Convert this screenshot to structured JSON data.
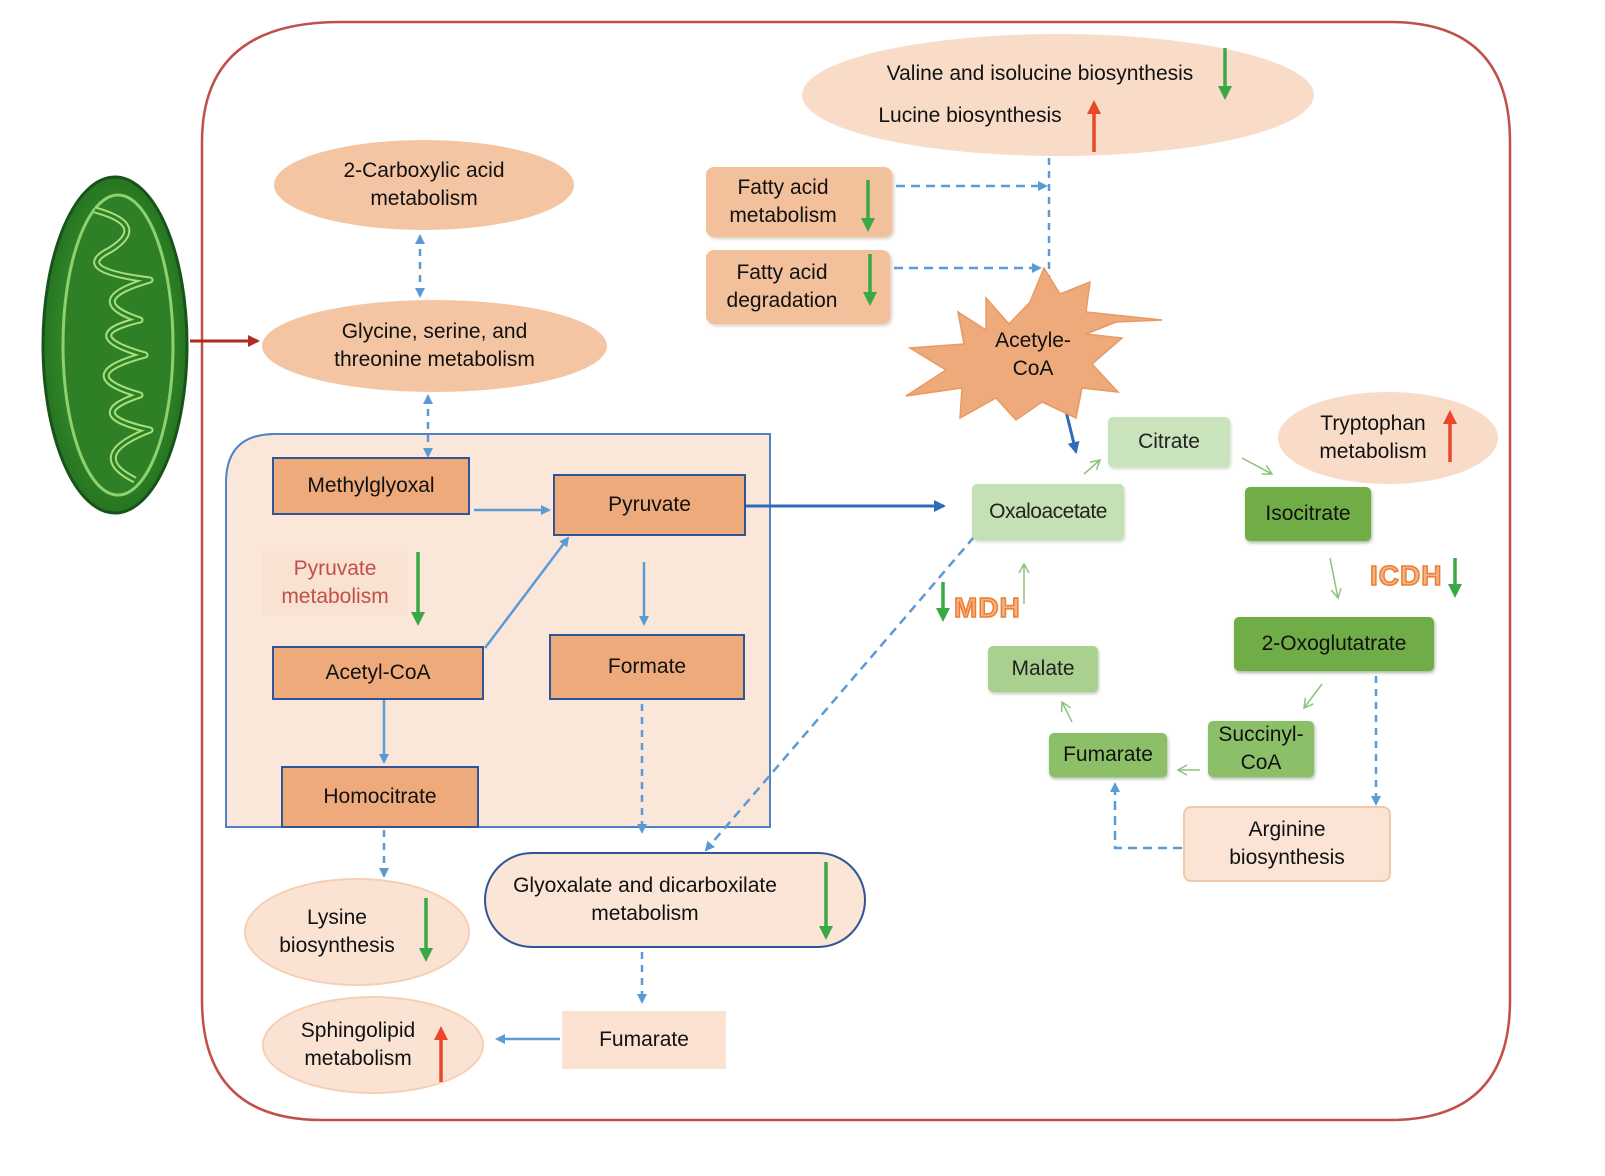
{
  "nodes": {
    "carboxylic": [
      "2-Carboxylic acid",
      "metabolism"
    ],
    "glycine": [
      "Glycine, serine, and",
      "threonine metabolism"
    ],
    "methylglyoxal": "Methylglyoxal",
    "pyruvate": "Pyruvate",
    "pyruvate_metabolism": [
      "Pyruvate",
      "metabolism"
    ],
    "acetyl_coa": "Acetyl-CoA",
    "formate": "Formate",
    "homocitrate": "Homocitrate",
    "lysine": [
      "Lysine",
      "biosynthesis"
    ],
    "glyoxalate": [
      "Glyoxalate and dicarboxilate",
      "metabolism"
    ],
    "sphingolipid": [
      "Sphingolipid",
      "metabolism"
    ],
    "fumarate_bottom": "Fumarate",
    "valine": "Valine and isolucine biosynthesis",
    "lucine": "Lucine biosynthesis",
    "fatty_acid_metabolism": [
      "Fatty acid",
      "metabolism"
    ],
    "fatty_acid_degradation": [
      "Fatty acid",
      "degradation"
    ],
    "acetyle_coa_star": [
      "Acetyle-",
      "CoA"
    ],
    "citrate": "Citrate",
    "tryptophan": [
      "Tryptophan",
      "metabolism"
    ],
    "oxaloacetate": "Oxaloacetate",
    "isocitrate": "Isocitrate",
    "oxoglutarate": "2-Oxoglutatrate",
    "malate": "Malate",
    "succinyl_coa": [
      "Succinyl-",
      "CoA"
    ],
    "fumarate_tca": "Fumarate",
    "arginine": [
      "Arginine",
      "biosynthesis"
    ]
  },
  "enzymes": {
    "icdh": "ICDH",
    "mdh": "MDH"
  },
  "regulation": {
    "pyruvate_metabolism": "down",
    "lysine": "down",
    "glyoxalate": "down",
    "sphingolipid": "up",
    "valine": "down",
    "lucine": "up",
    "fatty_acid_metabolism": "down",
    "fatty_acid_degradation": "down",
    "tryptophan": "up",
    "icdh": "down",
    "mdh": "down"
  },
  "icons": [
    "mitochondrion-icon",
    "up-arrow-icon",
    "down-arrow-icon"
  ],
  "colors": {
    "cell_border": "#c0504d",
    "up": "#e8472a",
    "down": "#3aa845",
    "solid_arrow": "#5b9bd5",
    "dashed_arrow": "#4f81c7",
    "tca_arrow": "#8cc37a",
    "enzyme": "#ed7d31"
  }
}
